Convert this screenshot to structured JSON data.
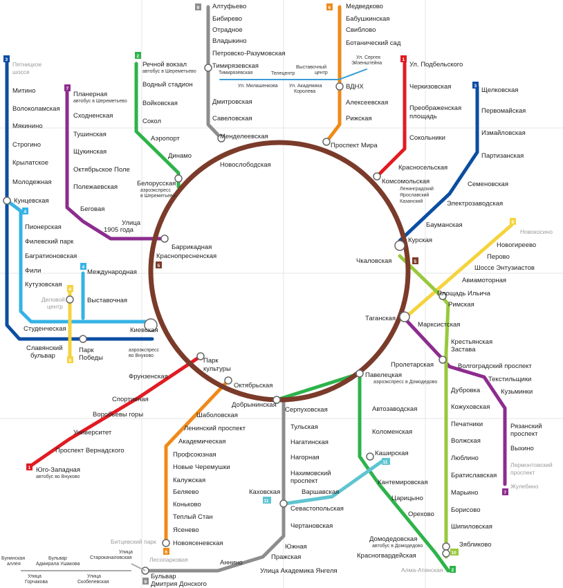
{
  "colors": {
    "ring": "#7b3b2a",
    "line1": "#e11b22",
    "line2": "#2db34a",
    "line3": "#0b4ea2",
    "line4": "#35b3e6",
    "line6": "#ef8a1a",
    "line7": "#8d2c8e",
    "line8": "#f5d33c",
    "line9": "#8d8d8d",
    "line10": "#98c93c",
    "line11": "#5fc4d0",
    "line_teal": "#3a9bd7",
    "mono": "#1b4e9c",
    "station_text": "#222222",
    "planned_text": "#9a9a9a"
  },
  "badges": {
    "l1": "1",
    "l2": "2",
    "l3": "3",
    "l4": "4",
    "l5": "5",
    "l6": "6",
    "l7": "7",
    "l8": "8",
    "l9": "9",
    "l10": "10",
    "l11": "11"
  },
  "stations": {
    "altufyevo": "Алтуфьево",
    "bibirevo": "Бибирево",
    "otradnoe": "Отрадное",
    "vladykino": "Владыкино",
    "petrovsko": "Петровско-Разумовская",
    "timiryazevskaya": "Тимирязевская",
    "dmitrovskaya": "Дмитровская",
    "savelovskaya": "Савеловская",
    "mendeleevskaya": "Менделеевская",
    "novoslobodskaya": "Новослободская",
    "medvedkovo": "Медведково",
    "babushkinskaya": "Бабушкинская",
    "sviblovo": "Свиблово",
    "botanichesky": "Ботанический сад",
    "vdnh": "ВДНХ",
    "alekseevskaya": "Алексеевская",
    "rizhskaya": "Рижская",
    "prospekt_mira": "Проспект Мира",
    "ul_sergeya_1": "Ул. Сергея",
    "ul_sergeya_2": "Эйзенштейна",
    "vystavochny_1": "Выставочный",
    "vystavochny_2": "центр",
    "telecentr": "Телецентр",
    "mono_timiryazevskaya": "Тимирязевская",
    "ul_milashenkova": "Ул. Милашенкова",
    "ul_akademika_1": "Ул. Академика",
    "ul_akademika_2": "Королева",
    "rechnoy": "Речной вокзал",
    "rechnoy_note": "автобус в Шереметьево",
    "vodny": "Водный стадион",
    "voykovskaya": "Войковская",
    "sokol": "Сокол",
    "aeroport": "Аэропорт",
    "dinamo": "Динамо",
    "belorusskaya": "Белорусская",
    "belorusskaya_note_1": "аэроэкспресс",
    "belorusskaya_note_2": "в Шереметьево",
    "planernaya": "Планерная",
    "planernaya_note": "автобус в Шереметьево",
    "skhodnenskaya": "Сходненская",
    "tushinskaya": "Тушинская",
    "shchukinskaya": "Щукинская",
    "oktyabrskoe_pole": "Октябрьское Поле",
    "polezhaevskaya": "Полежаевская",
    "begovaya": "Беговая",
    "ulitsa_1905_1": "Улица",
    "ulitsa_1905_2": "1905 года",
    "barrikadnaya": "Баррикадная",
    "krasnopresnenskaya": "Краснопресненская",
    "pyatnitskoe_1": "Пятницкое",
    "pyatnitskoe_2": "шоссе",
    "mitino": "Митино",
    "volokolamskaya": "Волоколамская",
    "myakinino": "Мякинино",
    "strogino": "Строгино",
    "krylatskoe": "Крылатское",
    "molodezhnaya": "Молодежная",
    "kuntsevskaya": "Кунцевская",
    "pionerskaya": "Пионерская",
    "filevsky_park": "Филевский парк",
    "bagrationovskaya": "Багратионовская",
    "fili": "Фили",
    "kutuzovskaya": "Кутузовская",
    "mezhdunarodnaya": "Международная",
    "delovoy_1": "Деловой",
    "delovoy_2": "центр",
    "vystavochnaya": "Выставочная",
    "studencheskaya": "Студенческая",
    "kievskaya": "Киевская",
    "kievskaya_note_1": "аэроэкспресс",
    "kievskaya_note_2": "во Внуково",
    "slavyansky_1": "Славянский",
    "slavyansky_2": "бульвар",
    "park_pobedy_1": "Парк",
    "park_pobedy_2": "Победы",
    "frunzenskaya": "Фрунзенская",
    "sportivnaya": "Спортивная",
    "vorobyovy": "Воробьевы горы",
    "universitet": "Университет",
    "vernadskogo": "Проспект Вернадского",
    "yugo_zapadnaya": "Юго-Западная",
    "yugo_note": "автобус во Внуково",
    "park_kultury_1": "Парк",
    "park_kultury_2": "культуры",
    "oktyabrskaya": "Октябрьская",
    "shabolovskaya": "Шаболовская",
    "leninsky": "Ленинский проспект",
    "akademicheskaya": "Академическая",
    "profsoyuznaya": "Профсоюзная",
    "cheryomushki": "Новые Черемушки",
    "kaluzhskaya": "Калужская",
    "belyaevo": "Беляево",
    "konkovo": "Коньково",
    "tyoply_stan": "Теплый Стан",
    "yasenevo": "Ясенево",
    "novoyasenevskaya": "Новоясеневская",
    "bitsevsky": "Битцевский парк",
    "lesoparkovaya": "Лесопарковая",
    "ul_starokach_1": "Улица",
    "ul_starokach_2": "Старокачаловская",
    "bunin_1": "Бунинская",
    "bunin_2": "аллея",
    "ushakova_1": "Бульвар",
    "ushakova_2": "Адмирала Ушакова",
    "gorchakova_1": "Улица",
    "gorchakova_2": "Горчакова",
    "skobelev_1": "Улица",
    "skobelev_2": "Скобелевская",
    "donskogo_1": "Бульвар",
    "donskogo_2": "Дмитрия Донского",
    "annino": "Аннино",
    "yangelya": "Улица Академика Янгеля",
    "prazhskaya": "Пражская",
    "yuzhnaya": "Южная",
    "chertanovskaya": "Чертановская",
    "sevastopolskaya": "Севастопольская",
    "nakhimovsky_1": "Нахимовский",
    "nakhimovsky_2": "проспект",
    "nagornaya": "Нагорная",
    "nagatinskaya": "Нагатинская",
    "tulskaya": "Тульская",
    "serpukhovskaya": "Серпуховская",
    "dobryninskaya": "Добрынинская",
    "kakhovskaya": "Каховская",
    "varshavskaya": "Варшавская",
    "kashirskaya": "Каширская",
    "kolomenskaya": "Коломенская",
    "avtozavodskaya": "Автозаводская",
    "paveletskaya": "Павелецкая",
    "paveletskaya_note": "аэроэкспресс в Домодедово",
    "kantemirovskaya": "Кантемировская",
    "tsaritsyno": "Царицыно",
    "orekhovo": "Орехово",
    "domodedovskaya": "Домодедовская",
    "domodedovskaya_note": "автобус в Домодедово",
    "krasnogvardeyskaya": "Красногвардейская",
    "alma_atinskaya": "Алма-Атинская",
    "zyablikovo": "Зябликово",
    "shipilovskaya": "Шипиловская",
    "borisovo": "Борисово",
    "maryino": "Марьино",
    "bratislavskaya": "Братиславская",
    "lyublino": "Люблино",
    "volzhskaya": "Волжская",
    "pechatniki": "Печатники",
    "kozhukhovskaya": "Кожуховская",
    "dubrovka": "Дубровка",
    "krestyanskaya_1": "Крестьянская",
    "krestyanskaya_2": "Застава",
    "proletarskaya": "Пролетарская",
    "volgogradsky": "Волгоградский проспект",
    "tekstilshchiki": "Текстильщики",
    "kuzminki": "Кузьминки",
    "ryazansky_1": "Рязанский",
    "ryazansky_2": "проспект",
    "vykhino": "Выхино",
    "lermontovsky_1": "Лермонтовский",
    "lermontovsky_2": "проспект",
    "zhulebino": "Жулебино",
    "taganskaya": "Таганская",
    "marksistskaya": "Марксистская",
    "rimskaya": "Римская",
    "ploshchad_ilyicha": "Площадь Ильича",
    "aviamotornaya": "Авиамоторная",
    "entuziastov": "Шоссе Энтузиастов",
    "perovo": "Перово",
    "novogireevo": "Новогиреево",
    "novokosino": "Новокосино",
    "chkalovskaya": "Чкаловская",
    "kurskaya": "Курская",
    "baumanskaya": "Бауманская",
    "elektrozavodskaya": "Электрозаводская",
    "semenovskaya": "Семеновская",
    "partizanskaya": "Партизанская",
    "izmaylovskaya": "Измайловская",
    "pervomayskaya": "Первомайская",
    "shchelkovskaya": "Щелковская",
    "ul_podbelskogo": "Ул. Подбельского",
    "cherkizovskaya": "Черкизовская",
    "preobrazhenskaya_1": "Преображенская",
    "preobrazhenskaya_2": "площадь",
    "sokolniki": "Сокольники",
    "krasnoselskaya": "Красносельская",
    "komsomolskaya": "Комсомольская",
    "komsomolskaya_n1": "Ленинградский",
    "komsomolskaya_n2": "Ярославский",
    "komsomolskaya_n3": "Казанский"
  }
}
